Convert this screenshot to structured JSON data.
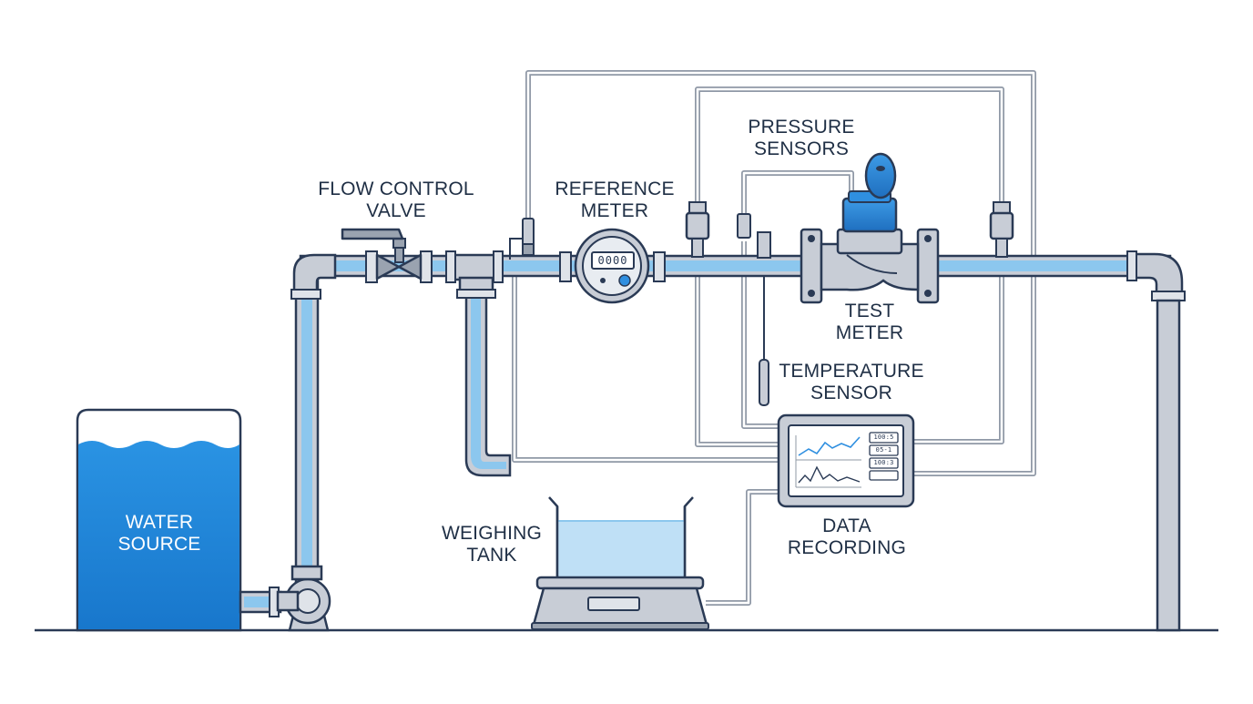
{
  "labels": {
    "water_source": [
      "WATER",
      "SOURCE"
    ],
    "flow_control_valve": [
      "FLOW CONTROL",
      "VALVE"
    ],
    "reference_meter": [
      "REFERENCE",
      "METER"
    ],
    "pressure_sensors": [
      "PRESSURE",
      "SENSORS"
    ],
    "test_meter": [
      "TEST",
      "METER"
    ],
    "temperature_sensor": [
      "TEMPERATURE",
      "SENSOR"
    ],
    "data_recording": [
      "DATA",
      "RECORDING"
    ],
    "weighing_tank": [
      "WEIGHING",
      "TANK"
    ]
  },
  "reference_meter_display": "0000",
  "monitor_readouts": [
    "100:5",
    "05-1",
    "100:3",
    ""
  ],
  "colors": {
    "outline": "#2a3a55",
    "pipe_gray": "#c8cdd6",
    "water_blue": "#8cc7ee",
    "tank_blue": "#1e83d6",
    "accent_blue": "#2f8fe0",
    "wire": "#8f98a6"
  }
}
